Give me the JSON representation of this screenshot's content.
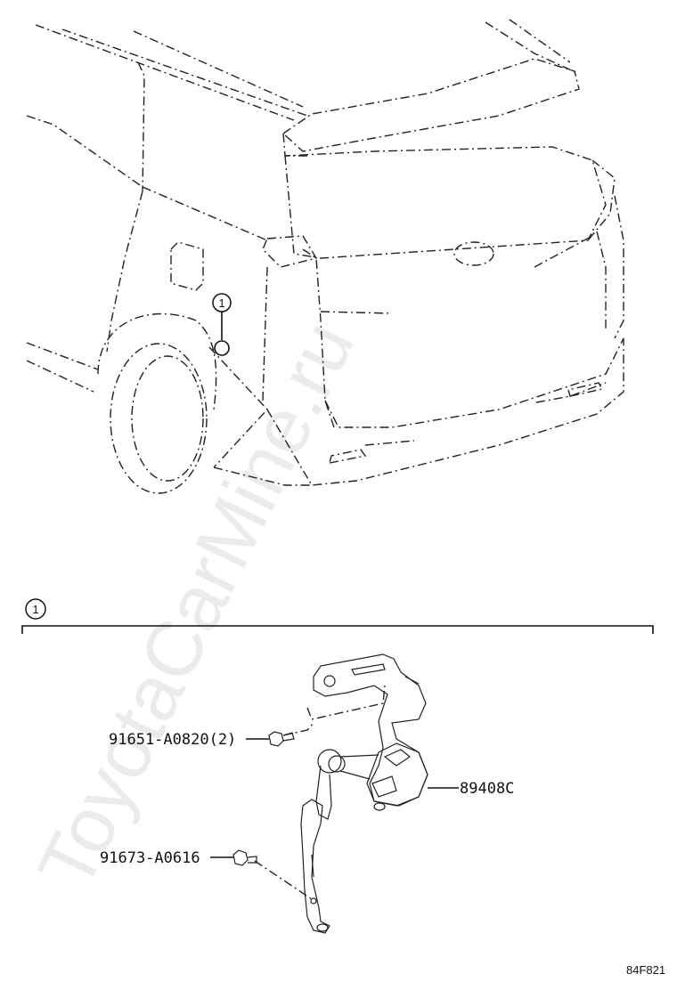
{
  "watermark": "ToyotaCarMine.ru",
  "callout_marker": "1",
  "section_marker": "1",
  "parts": [
    {
      "number": "91651-A0820(2)"
    },
    {
      "number": "91673-A0616"
    },
    {
      "number": "89408C"
    }
  ],
  "diagram_code": "84F821"
}
